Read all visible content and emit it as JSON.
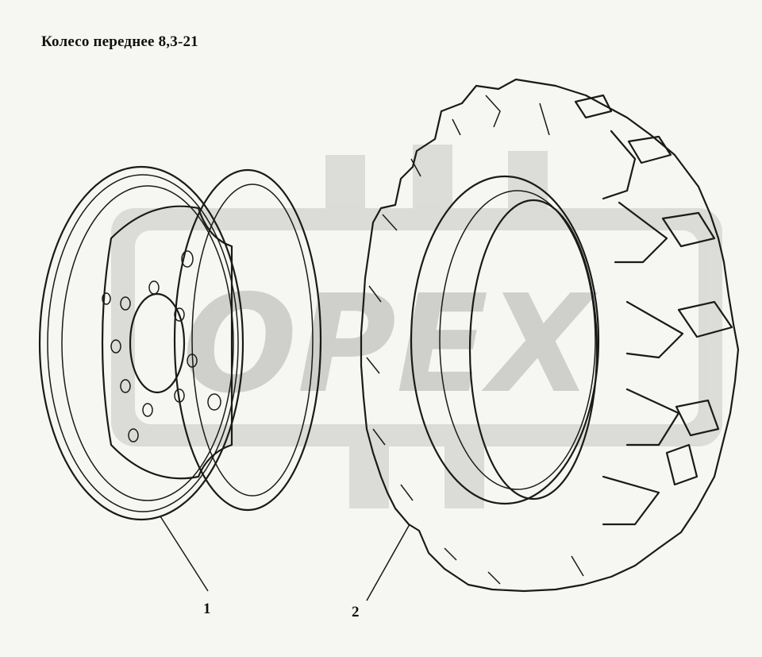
{
  "title": "Колесо переднее 8,3-21",
  "callouts": [
    {
      "id": "1",
      "label": "1",
      "part": "wheel-rim"
    },
    {
      "id": "2",
      "label": "2",
      "part": "tire"
    }
  ],
  "watermark": {
    "text": "OPEX",
    "color": "#d9d9d5"
  },
  "colors": {
    "line": "#1a1a1a",
    "background": "#f6f6f2"
  }
}
